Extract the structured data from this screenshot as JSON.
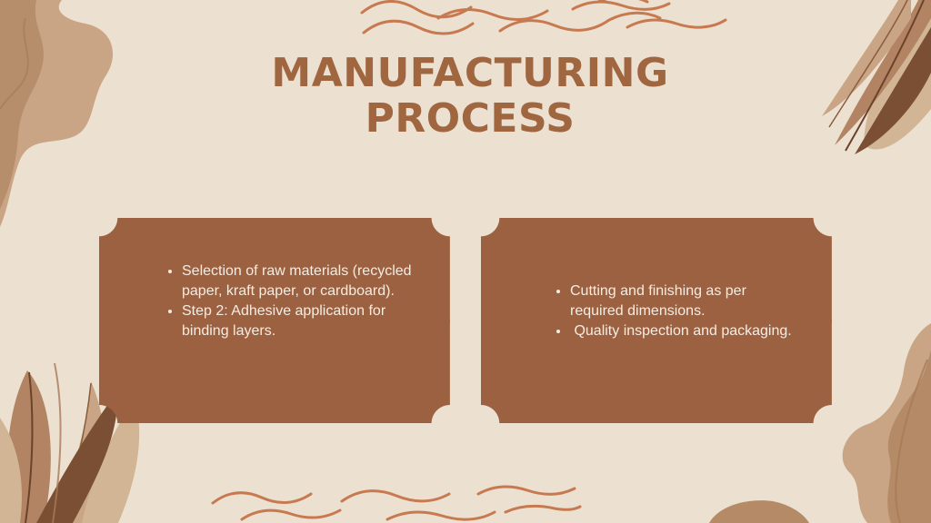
{
  "title": {
    "line1": "MANUFACTURING",
    "line2": "PROCESS"
  },
  "cards": [
    {
      "items": [
        "Selection of raw materials (recycled paper, kraft paper, or cardboard).",
        "Step 2: Adhesive application for binding layers."
      ]
    },
    {
      "items": [
        "Cutting and finishing as per required dimensions.",
        " Quality inspection and packaging."
      ]
    }
  ],
  "colors": {
    "background": "#ece0d1",
    "title": "#a0663f",
    "card": "#9b6140",
    "card_text": "#f6ece2",
    "wave": "#c7794f",
    "blob_light": "#c9a585",
    "blob_dark": "#a87a58",
    "leaf_dark": "#7a4f33",
    "leaf_mid": "#b28463",
    "leaf_light": "#d2b595"
  }
}
